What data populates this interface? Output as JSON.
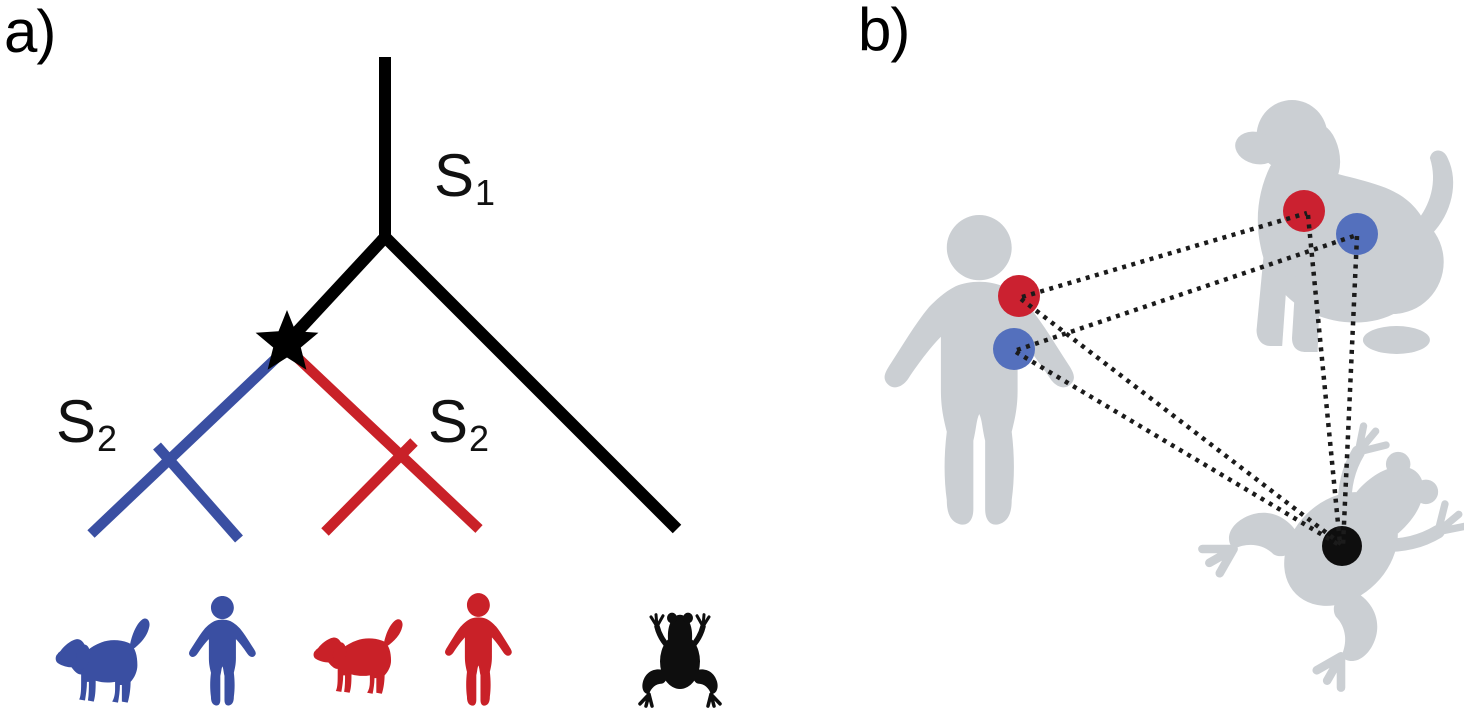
{
  "colors": {
    "blue": "#3a4fa2",
    "red": "#c92128",
    "black": "#000000",
    "gray": "#cbcfd3",
    "dotBlue": "#5470bd",
    "dotRed": "#cb2130",
    "dotBlack": "#0e0e0e",
    "line": "#1b1b1b"
  },
  "panel_a": {
    "label": "a)",
    "branch_labels": {
      "s1": {
        "base": "S",
        "sub": "1"
      },
      "s2_left": {
        "base": "S",
        "sub": "2"
      },
      "s2_right": {
        "base": "S",
        "sub": "2"
      }
    },
    "tree": {
      "type": "phylogenetic-tree",
      "root_branch_label": "S1",
      "duplication_marker": "star",
      "subtrees": [
        {
          "label": "S2",
          "color": "blue",
          "tips": [
            "dog",
            "human"
          ]
        },
        {
          "label": "S2",
          "color": "red",
          "tips": [
            "dog",
            "human"
          ]
        },
        {
          "color": "black",
          "tips": [
            "frog"
          ]
        }
      ]
    },
    "taxa": [
      {
        "species": "dog",
        "color": "blue"
      },
      {
        "species": "human",
        "color": "blue"
      },
      {
        "species": "dog",
        "color": "red"
      },
      {
        "species": "human",
        "color": "red"
      },
      {
        "species": "frog",
        "color": "black"
      }
    ]
  },
  "panel_b": {
    "label": "b)",
    "organisms": [
      {
        "species": "human",
        "markers": [
          "red",
          "blue"
        ]
      },
      {
        "species": "dog",
        "markers": [
          "red",
          "blue"
        ]
      },
      {
        "species": "frog",
        "markers": [
          "black"
        ]
      }
    ],
    "correspondences": [
      {
        "from": "human-red",
        "to": "dog-red"
      },
      {
        "from": "human-blue",
        "to": "dog-blue"
      },
      {
        "from": "human-red",
        "to": "frog-black"
      },
      {
        "from": "human-blue",
        "to": "frog-black"
      },
      {
        "from": "dog-red",
        "to": "frog-black"
      },
      {
        "from": "dog-blue",
        "to": "frog-black"
      }
    ]
  }
}
